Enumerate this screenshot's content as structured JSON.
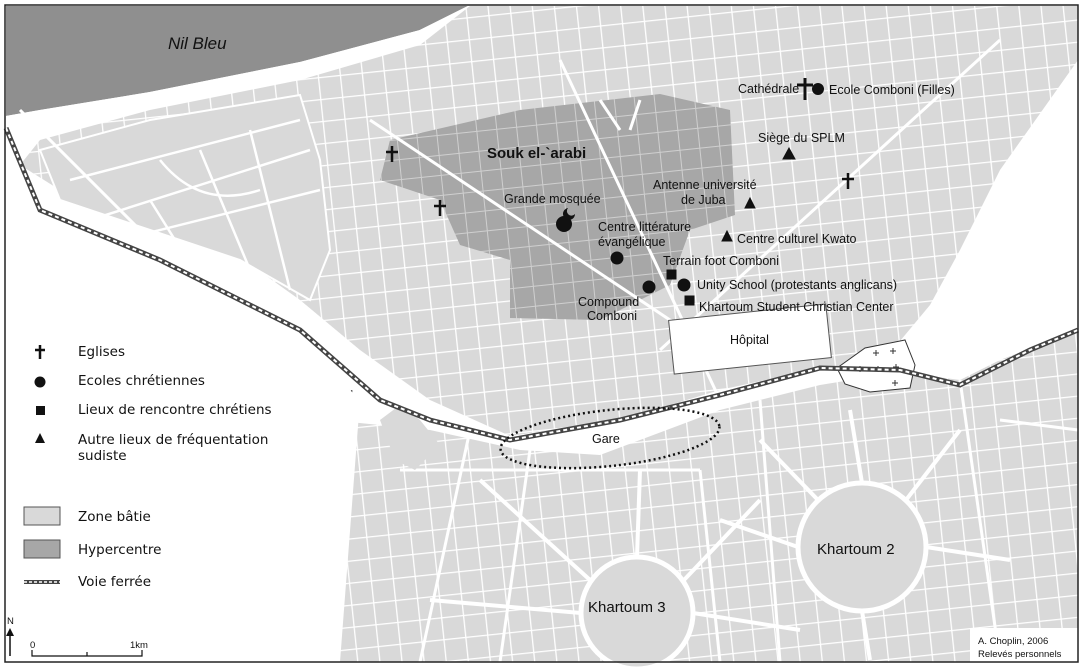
{
  "river": {
    "name": "Nil Bleu"
  },
  "districts": {
    "souk": "Souk el-`arabi",
    "khartoum2": "Khartoum 2",
    "khartoum3": "Khartoum 3"
  },
  "places": {
    "cathedrale": "Cathédrale",
    "ecole_comboni_filles": "Ecole Comboni (Filles)",
    "siege_splm": "Siège du SPLM",
    "antenne_univ_1": "Antenne université",
    "antenne_univ_2": "de Juba",
    "grande_mosquee": "Grande mosquée",
    "centre_litt_1": "Centre littérature",
    "centre_litt_2": "évangélique",
    "centre_kwato": "Centre culturel Kwato",
    "terrain_foot": "Terrain foot Comboni",
    "unity_school": "Unity School (protestants anglicans)",
    "compound_1": "Compound",
    "compound_2": "Comboni",
    "kscc": "Khartoum Student Christian Center",
    "hopital": "Hôpital",
    "gare": "Gare"
  },
  "legend": {
    "eglises": "Eglises",
    "ecoles": "Ecoles chrétiennes",
    "rencontre": "Lieux de rencontre chrétiens",
    "autre_1": "Autre lieux de fréquentation",
    "autre_2": "sudiste",
    "zone_batie": "Zone bâtie",
    "hypercentre": "Hypercentre",
    "voie_ferree": "Voie ferrée"
  },
  "scale": {
    "north": "N",
    "zero": "0",
    "one": "1km"
  },
  "credits": {
    "author": "A. Choplin, 2006",
    "note": "Relevés personnels"
  },
  "symbols": {
    "church": "cross-icon",
    "school": "circle-icon",
    "meeting": "square-icon",
    "other": "triangle-icon"
  },
  "colors": {
    "built": "#d9d9d9",
    "hypercentre": "#a7a7a7",
    "river": "#8f8f8f",
    "symbol": "#111111"
  }
}
